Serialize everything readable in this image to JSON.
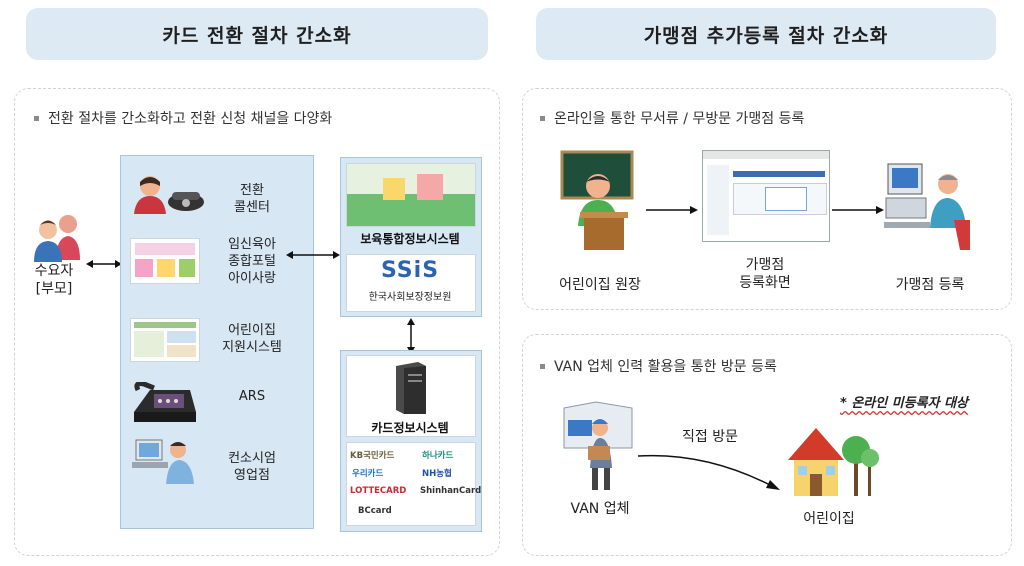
{
  "left": {
    "header": "카드 전환 절차 간소화",
    "bullet": "전환 절차를 간소화하고 전환 신청  채널을  다양화",
    "user_label_line1": "수요자",
    "user_label_line2": "[부모]",
    "channels": [
      {
        "line1": "전환",
        "line2": "콜센터"
      },
      {
        "line1": "임신육아",
        "line2": "종합포털",
        "line3": "아이사랑"
      },
      {
        "line1": "어린이집",
        "line2": "지원시스템"
      },
      {
        "line1": "ARS"
      },
      {
        "line1": "컨소시엄",
        "line2": "영업점"
      }
    ],
    "system_top_label": "보육통합정보시스템",
    "ssis_logo": "SSiS",
    "ssis_org": "한국사회보장정보원",
    "card_system_label": "카드정보시스템",
    "card_logos": {
      "kb": "KB국민카드",
      "hana": "하나카드",
      "woori": "우리카드",
      "nh": "NH농협",
      "lotte": "LOTTECARD",
      "shinhan": "ShinhanCard",
      "bc": "BCcard"
    }
  },
  "right": {
    "header": "가맹점 추가등록 절차 간소화",
    "online": {
      "bullet": "온라인을 통한 무서류 / 무방문 가맹점 등록",
      "step1": "어린이집 원장",
      "step2_line1": "가맹점",
      "step2_line2": "등록화면",
      "step3": "가맹점 등록"
    },
    "van": {
      "bullet": "VAN 업체 인력 활용을 통한 방문 등록",
      "note": "* 온라인 미등록자 대상",
      "visit_label": "직접 방문",
      "agent_label": "VAN 업체",
      "dest_label": "어린이집"
    }
  },
  "colors": {
    "header_bg": "#dde9f3",
    "column_bg": "#d8e7f4",
    "ssis_blue": "#2a64b0",
    "ssis_green": "#6ab43e"
  }
}
